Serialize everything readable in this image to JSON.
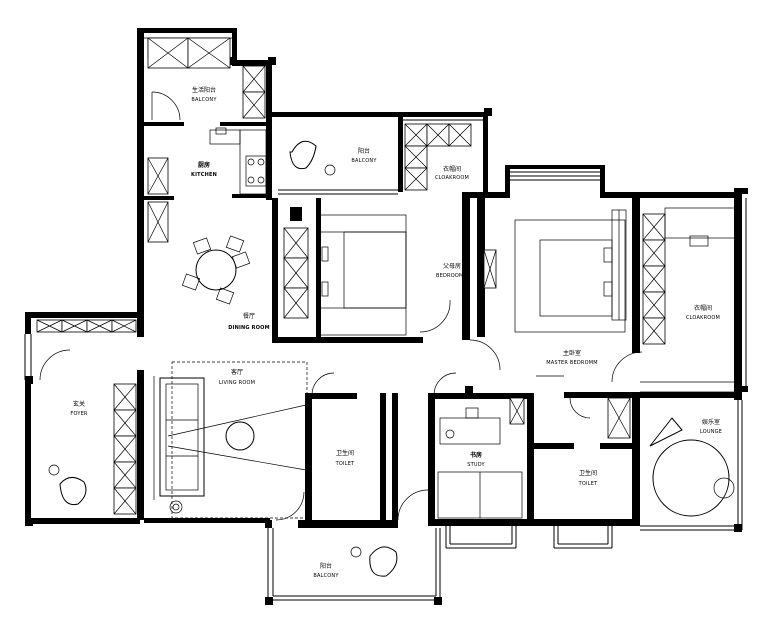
{
  "rooms": {
    "balcony_service": {
      "cn": "生活阳台",
      "en": "BALCONY"
    },
    "kitchen": {
      "cn": "厨房",
      "en": "KITCHEN"
    },
    "balcony_parent": {
      "cn": "阳台",
      "en": "BALCONY"
    },
    "cloakroom_parent": {
      "cn": "衣帽间",
      "en": "CLOAKROOM"
    },
    "bedroom_parent": {
      "cn": "父母房",
      "en": "BEDROOMM"
    },
    "dining": {
      "cn": "餐厅",
      "en": "DINING ROOM"
    },
    "master": {
      "cn": "主卧室",
      "en": "MASTER BEDROMM"
    },
    "cloakroom_master": {
      "cn": "衣帽间",
      "en": "CLOAKROOM"
    },
    "living": {
      "cn": "客厅",
      "en": "LIVING ROOM"
    },
    "foyer": {
      "cn": "玄关",
      "en": "FOYER"
    },
    "toilet_1": {
      "cn": "卫生间",
      "en": "TOILET"
    },
    "study": {
      "cn": "书房",
      "en": "STUDY"
    },
    "toilet_2": {
      "cn": "卫生间",
      "en": "TOILET"
    },
    "lounge": {
      "cn": "娱乐室",
      "en": "LOUNGE"
    },
    "balcony_main": {
      "cn": "阳台",
      "en": "BALCONY"
    }
  }
}
